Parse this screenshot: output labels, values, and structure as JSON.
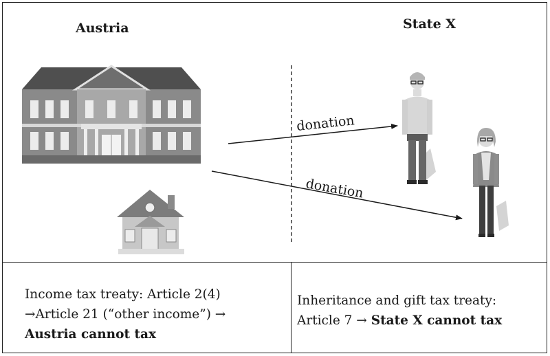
{
  "left_country": "Austria",
  "right_country": "State X",
  "arrows": [
    {
      "label": "donation"
    },
    {
      "label": "donation"
    }
  ],
  "left_cell": {
    "line1": "Income tax treaty: Article 2(4)",
    "line2": "→Article 21 (“other income”) →",
    "line3": "Austria cannot tax"
  },
  "right_cell": {
    "line1": "Inheritance and gift tax treaty:",
    "line2_prefix": "Article 7 → ",
    "line2_bold": "State X cannot tax"
  },
  "colors": {
    "building_roof": "#5a5a5a",
    "building_wall": "#8e8e8e",
    "person_skin": "#d9d9d9",
    "line": "#1a1a1a"
  }
}
